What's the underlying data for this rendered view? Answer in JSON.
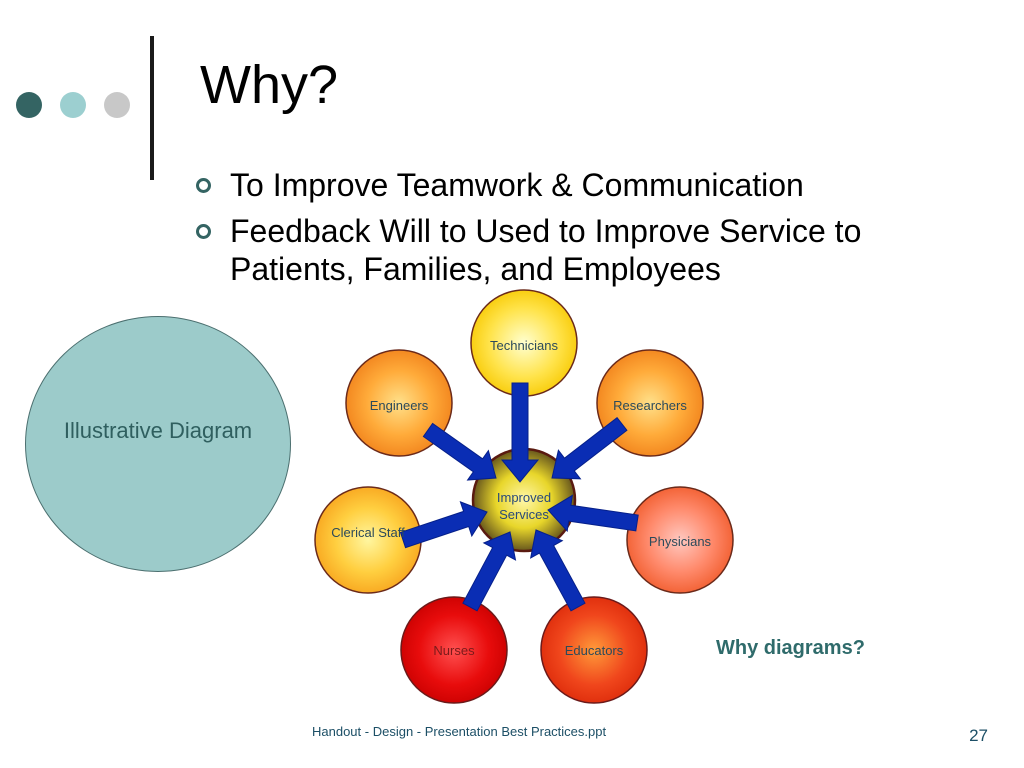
{
  "slide": {
    "title": "Why?",
    "bullets": [
      "To Improve Teamwork & Communication",
      "Feedback Will to Used to Improve Service to Patients, Families, and Employees"
    ],
    "illustrative_label": "Illustrative Diagram",
    "caption": "Why diagrams?",
    "footer": "Handout - Design - Presentation Best Practices.ppt",
    "page_number": "27"
  },
  "diagram": {
    "hub": "Improved Services",
    "nodes": [
      {
        "id": "technicians",
        "label": "Technicians"
      },
      {
        "id": "engineers",
        "label": "Engineers"
      },
      {
        "id": "researchers",
        "label": "Researchers"
      },
      {
        "id": "clerical",
        "label": "Clerical Staff"
      },
      {
        "id": "physicians",
        "label": "Physicians"
      },
      {
        "id": "nurses",
        "label": "Nurses"
      },
      {
        "id": "educators",
        "label": "Educators"
      }
    ]
  },
  "colors": {
    "accent_dark": "#346463",
    "accent_light": "#9ccfd0",
    "accent_gray": "#c8c8c8",
    "arrow": "#0a2db4"
  }
}
